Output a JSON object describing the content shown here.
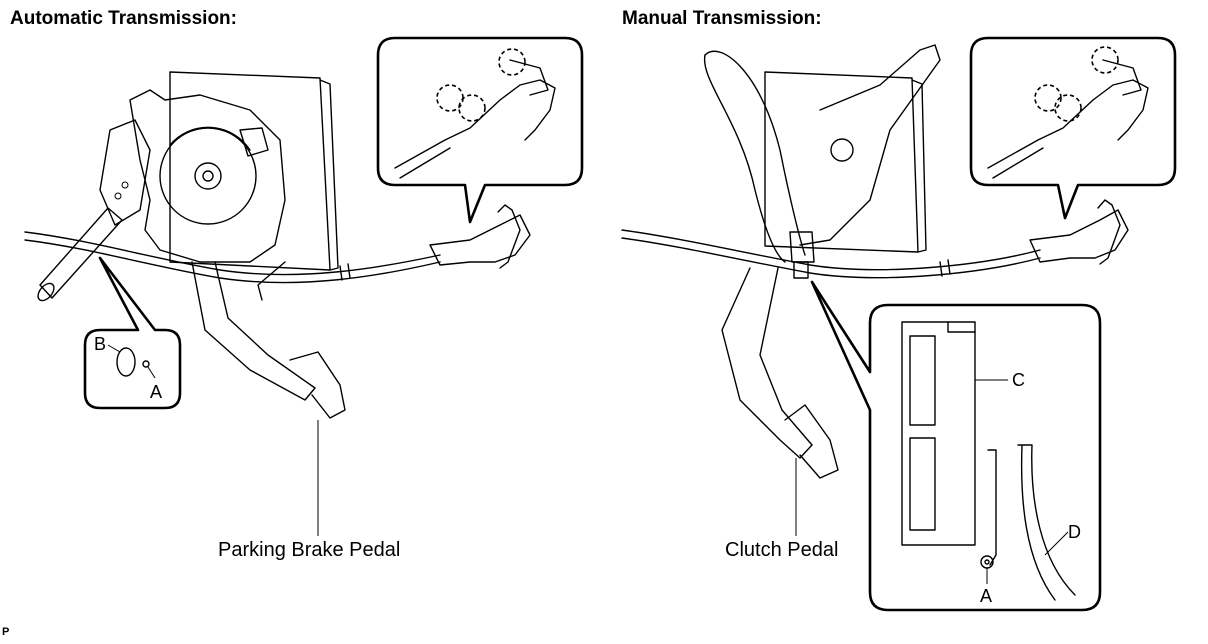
{
  "titles": {
    "automatic": "Automatic Transmission:",
    "manual": "Manual Transmission:"
  },
  "labels": {
    "parking_brake_pedal": "Parking Brake Pedal",
    "clutch_pedal": "Clutch Pedal",
    "auto_callout_b": "B",
    "auto_callout_a": "A",
    "manual_callout_c": "C",
    "manual_callout_d": "D",
    "manual_callout_a": "A"
  },
  "footer": "P"
}
